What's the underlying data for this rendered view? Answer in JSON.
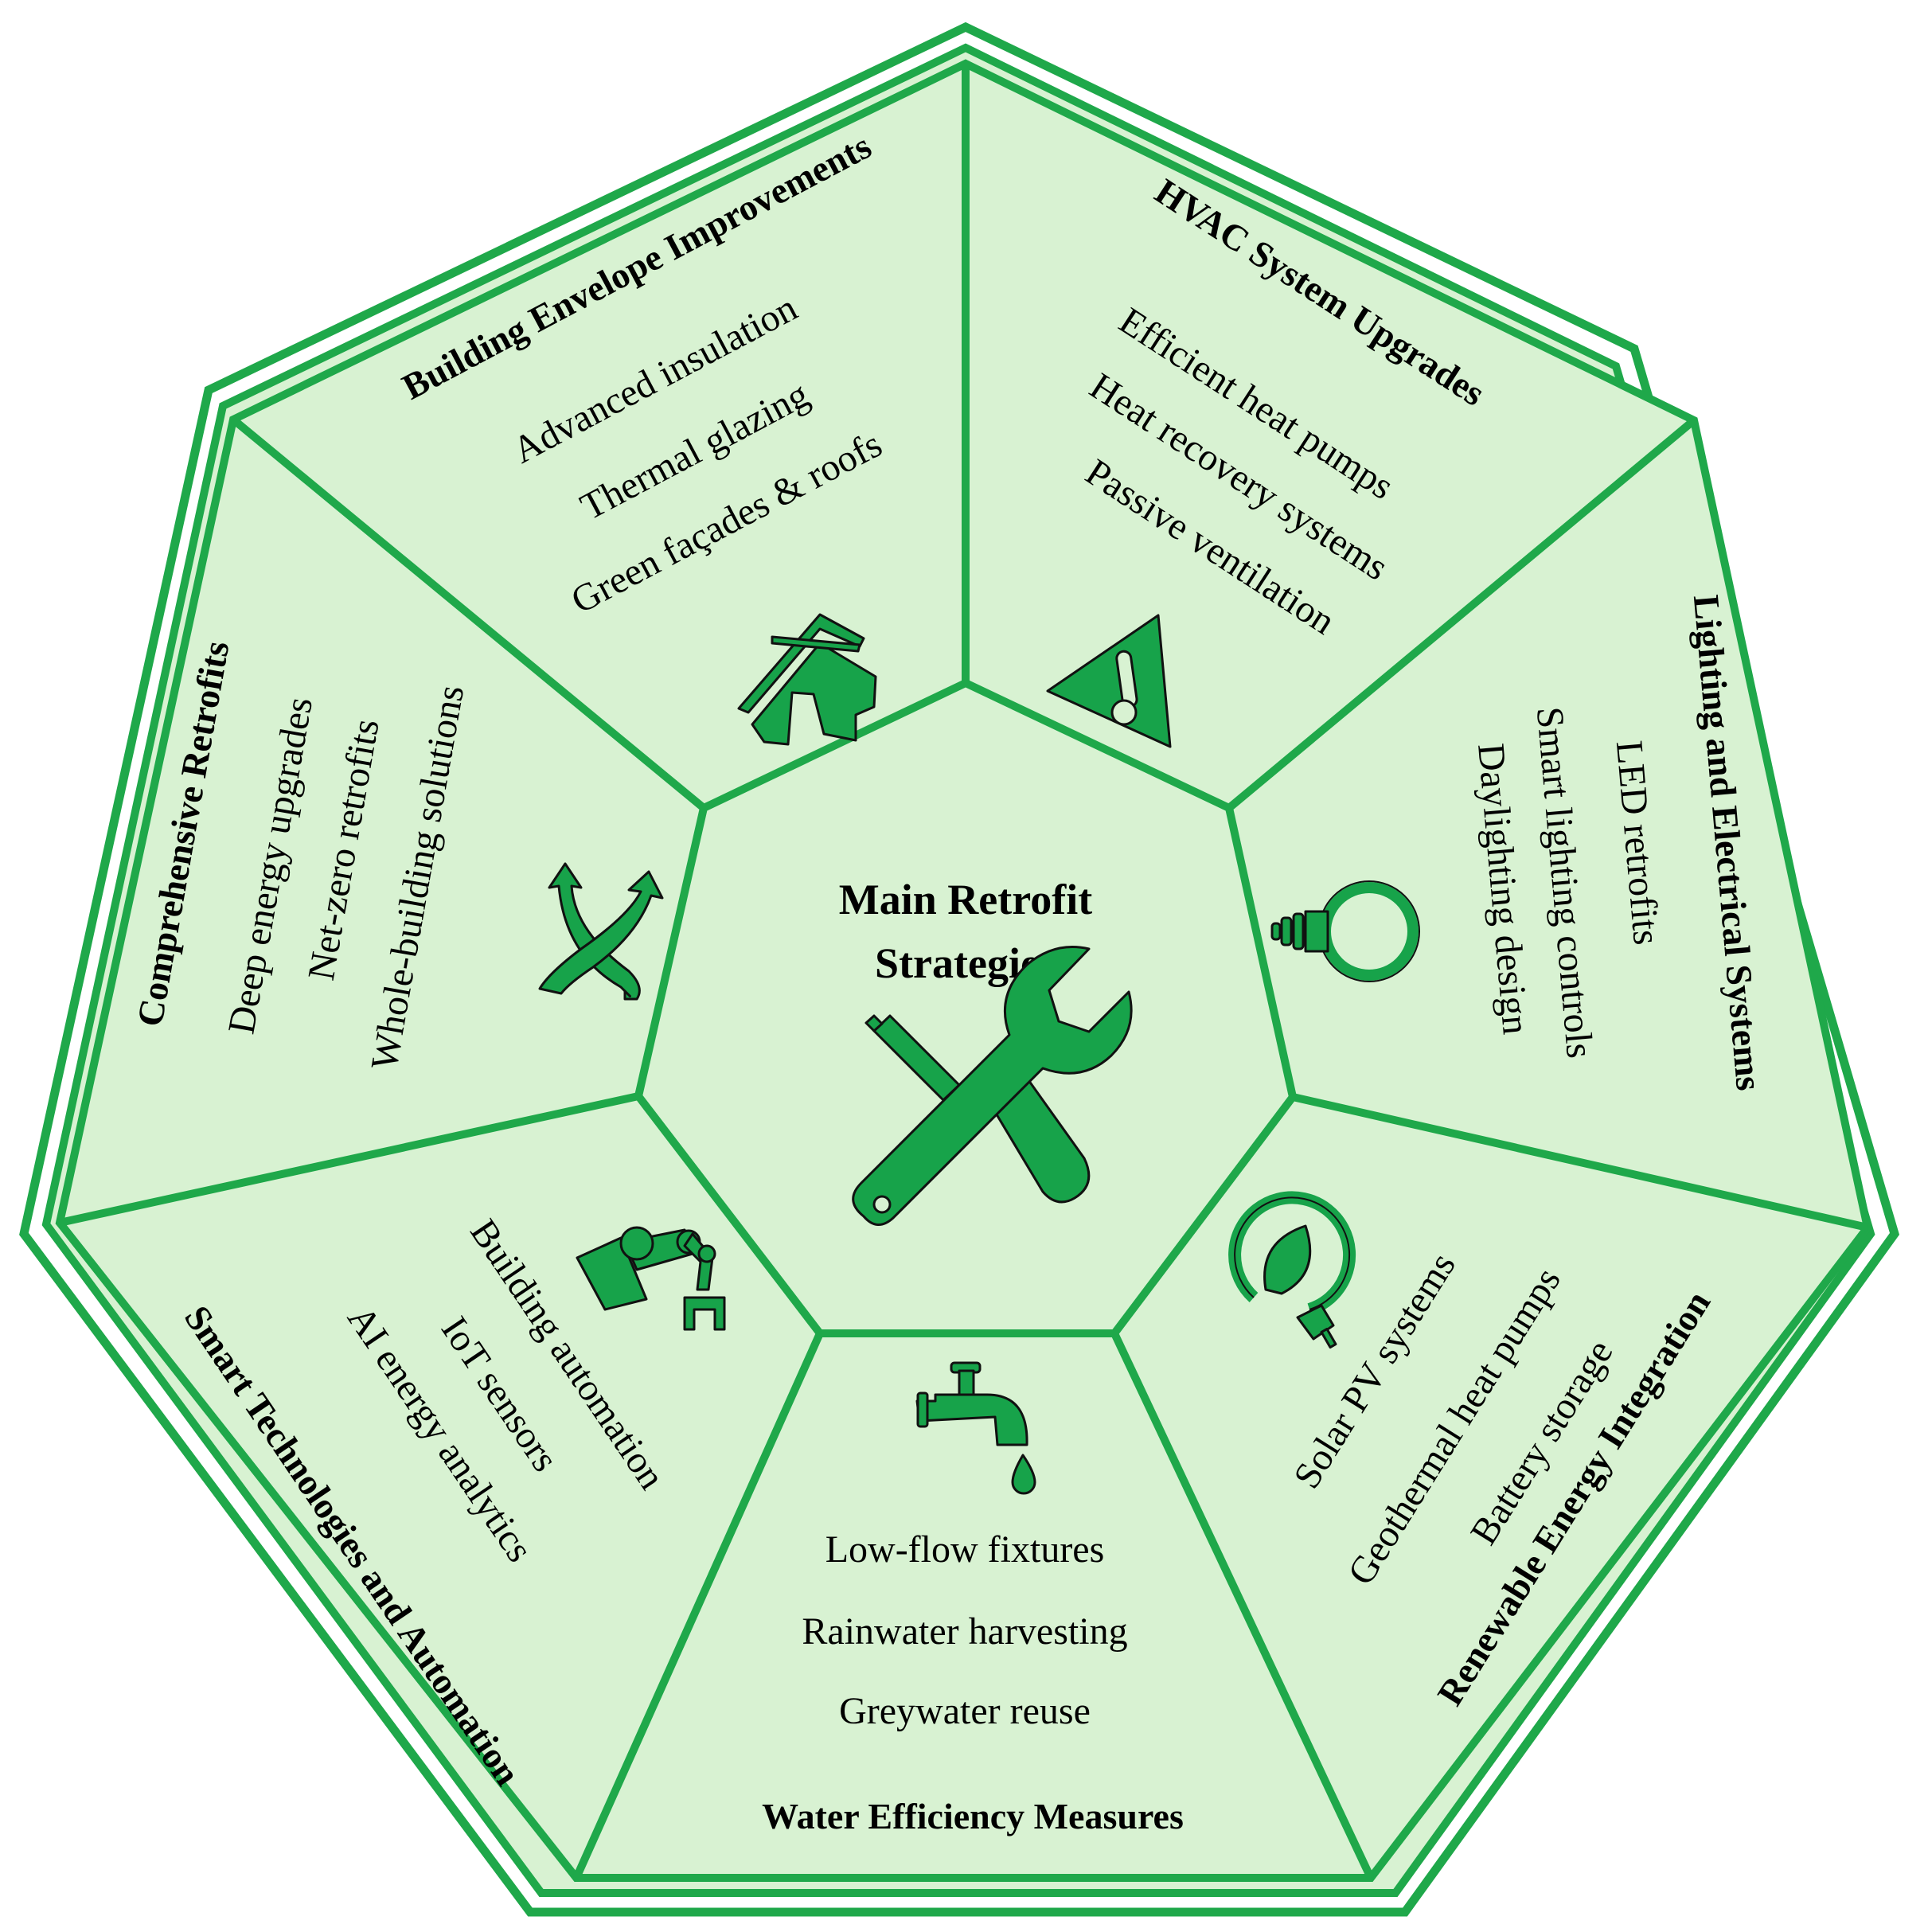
{
  "center": {
    "title_line1": "Main Retrofit",
    "title_line2": "Strategies",
    "icon": "wrench-screwdriver-icon"
  },
  "segments": {
    "building_envelope": {
      "title": "Building Envelope Improvements",
      "items": [
        "Advanced insulation",
        "Thermal glazing",
        "Green façades & roofs"
      ],
      "icon": "house-icon"
    },
    "hvac": {
      "title": "HVAC System Upgrades",
      "items": [
        "Efficient heat pumps",
        "Heat recovery systems",
        "Passive ventilation"
      ],
      "icon": "thermometer-warning-icon"
    },
    "lighting": {
      "title": "Lighting and Electrical Systems",
      "items": [
        "LED retrofits",
        "Smart lighting controls",
        "Daylighting design"
      ],
      "icon": "light-bulb-icon"
    },
    "renewable": {
      "title": "Renewable Energy Integration",
      "items": [
        "Solar PV systems",
        "Geothermal heat pumps",
        "Battery storage"
      ],
      "icon": "eco-plug-icon"
    },
    "water": {
      "title": "Water Efficiency Measures",
      "items": [
        "Low-flow fixtures",
        "Rainwater harvesting",
        "Greywater reuse"
      ],
      "icon": "water-tap-icon"
    },
    "smart_tech": {
      "title": "Smart Technologies and Automation",
      "items": [
        "Building automation",
        "IoT sensors",
        "AI energy analytics"
      ],
      "icon": "robot-arm-icon"
    },
    "comprehensive": {
      "title": "Comprehensive Retrofits",
      "items": [
        "Deep energy upgrades",
        "Net-zero retrofits",
        "Whole-building solutions"
      ],
      "icon": "crossing-arrows-icon"
    }
  },
  "colors": {
    "stroke_green": "#1fa84a",
    "fill_light_green": "#d8f2d2",
    "icon_green": "#17a34a"
  }
}
